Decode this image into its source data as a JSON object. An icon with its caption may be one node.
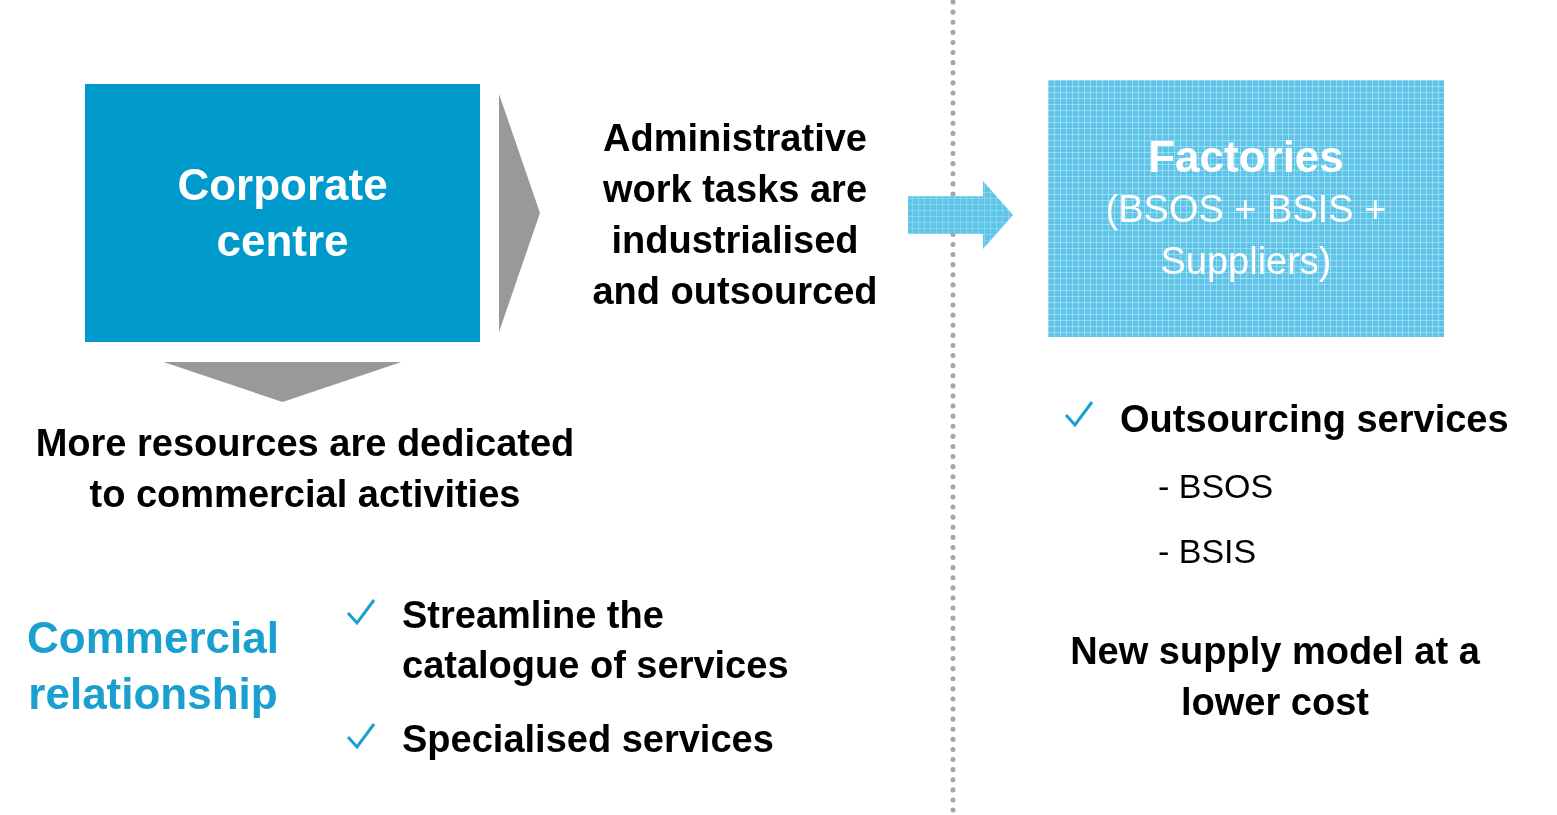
{
  "diagram": {
    "nodes": [
      {
        "text": [
          "Corporate centre"
        ]
      },
      {
        "text": [
          "Administrative work tasks are industrialised and outsourced"
        ]
      },
      {
        "text": [
          "Factories",
          "(BSOS + BSIS + Suppliers)"
        ]
      },
      {
        "text": [
          "More resources are dedicated to commercial activities"
        ]
      }
    ],
    "edges": [
      {
        "from": 0,
        "to": 1,
        "arrow": "to"
      },
      {
        "from": 1,
        "to": 2,
        "arrow": "to",
        "style": "thick",
        "color": "#5ec4e8"
      },
      {
        "from": 0,
        "to": 3,
        "arrow": "to"
      }
    ],
    "labels": [
      "Commercial relationship",
      "Streamline the catalogue of services",
      "Specialised services",
      "Outsourcing services",
      "- BSOS",
      "- BSIS",
      "New supply model at a lower cost"
    ]
  }
}
